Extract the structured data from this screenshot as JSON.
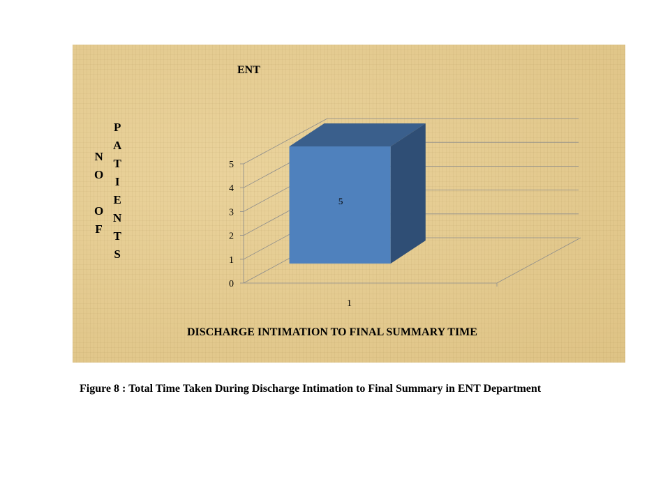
{
  "chart_data": {
    "type": "bar",
    "title": "ENT",
    "xlabel": "DISCHARGE  INTIMATION  TO  FINAL SUMMARY  TIME",
    "ylabel_words": [
      "NO",
      "OF",
      "PATIENTS"
    ],
    "categories": [
      "1"
    ],
    "values": [
      5
    ],
    "data_labels": [
      "5"
    ],
    "ylim": [
      0,
      5
    ],
    "yticks": [
      "0",
      "1",
      "2",
      "3",
      "4",
      "5"
    ],
    "grid": true,
    "three_d": true,
    "bar_color": "#4f81bd",
    "bar_top_color": "#3a5f8c",
    "bar_side_color": "#2f4e75"
  },
  "caption": "Figure 8 : Total Time Taken During Discharge Intimation to Final Summary in ENT Department",
  "panel_background": "#e3c98d"
}
